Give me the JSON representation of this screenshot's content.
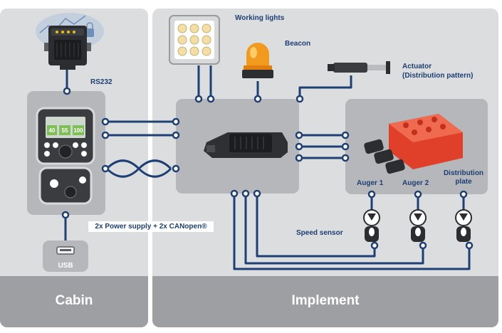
{
  "zones": {
    "cabin": "Cabin",
    "implement": "Implement"
  },
  "labels": {
    "rs232": "RS232",
    "usb": "USB",
    "working_lights": "Working lights",
    "beacon": "Beacon",
    "actuator_line1": "Actuator",
    "actuator_line2": "(Distribution pattern)",
    "auger1": "Auger 1",
    "auger2": "Auger 2",
    "distribution_line1": "Distribution",
    "distribution_line2": "plate",
    "speed_sensor": "Speed sensor",
    "power_supply": "2x Power supply + 2x CANopen®"
  },
  "display": {
    "values": [
      "40",
      "55",
      "100"
    ]
  },
  "colors": {
    "background": "#ffffff",
    "zone": "#dcdddf",
    "zone_footer": "#9d9fa2",
    "module": "#b5b7ba",
    "line": "#1d3f73",
    "valve": "#e0402a",
    "beacon": "#f29a1d"
  }
}
